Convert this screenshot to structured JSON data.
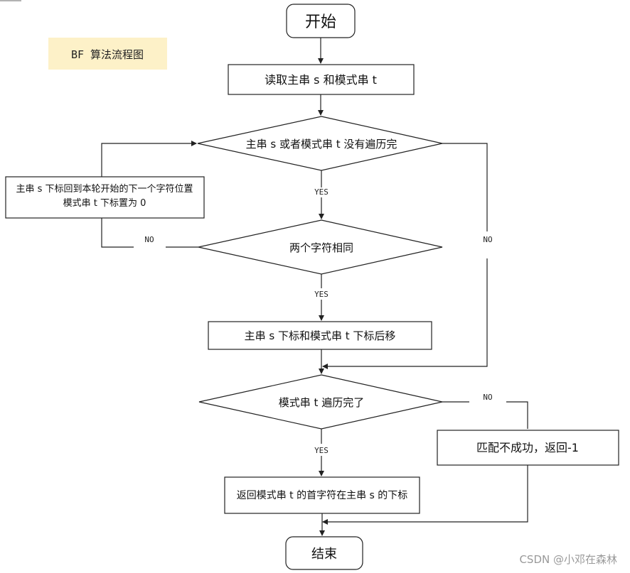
{
  "title_note": "BF 算法流程图",
  "watermark": "CSDN @小邓在森林",
  "nodes": {
    "start": "开始",
    "read": "读取主串 s 和模式串 t",
    "loop_check": "主串 s 或者模式串 t 没有遍历完",
    "reset_line1": "主串 s 下标回到本轮开始的下一个字符位置",
    "reset_line2": "模式串 t 下标置为 0",
    "char_equal": "两个字符相同",
    "advance": "主串 s 下标和模式串 t 下标后移",
    "t_done": "模式串 t 遍历完了",
    "fail": "匹配不成功，返回-1",
    "return_index": "返回模式串 t 的首字符在主串 s 的下标",
    "end": "结束"
  },
  "edge_labels": {
    "loop_yes": "YES",
    "loop_no": "NO",
    "equal_yes": "YES",
    "equal_no": "NO",
    "done_yes": "YES",
    "done_no": "NO"
  },
  "colors": {
    "note_bg": "#fdf1c8",
    "line": "#222222",
    "watermark": "#999999"
  }
}
